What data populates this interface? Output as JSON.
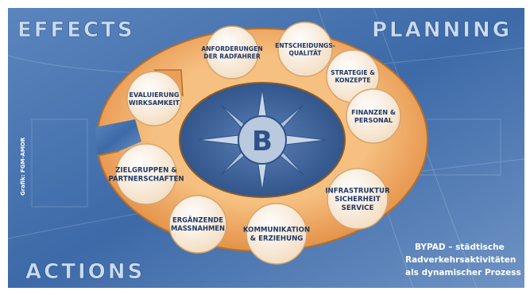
{
  "corners": {
    "top_left": "EFFECTS",
    "top_right": "PLANNING",
    "bottom_left": "ACTIONS"
  },
  "credit": "Grafik: FGM-AMOR",
  "center_logo": "B",
  "cycle": [
    {
      "label": "ANFORDERUNGEN DER RADFAHRER",
      "lines": [
        "ANFORDERUNGEN",
        "DER RADFAHRER"
      ]
    },
    {
      "label": "ENTSCHEIDUNGS-QUALITÄT",
      "lines": [
        "ENTSCHEIDUNGS-",
        "QUALITÄT"
      ]
    },
    {
      "label": "STRATEGIE & KONZEPTE",
      "lines": [
        "STRATEGIE &",
        "KONZEPTE"
      ]
    },
    {
      "label": "FINANZEN & PERSONAL",
      "lines": [
        "FINANZEN &",
        "PERSONAL"
      ]
    },
    {
      "label": "INFRASTRUKTUR SICHERHEIT SERVICE",
      "lines": [
        "INFRASTRUKTUR",
        "SICHERHEIT",
        "SERVICE"
      ]
    },
    {
      "label": "KOMMUNIKATION & ERZIEHUNG",
      "lines": [
        "KOMMUNIKATION",
        "& ERZIEHUNG"
      ]
    },
    {
      "label": "ERGÄNZENDE MASSNAHMEN",
      "lines": [
        "ERGÄNZENDE",
        "MASSNAHMEN"
      ]
    },
    {
      "label": "ZIELGRUPPEN & PARTNERSCHAFTEN",
      "lines": [
        "ZIELGRUPPEN &",
        "PARTNERSCHAFTEN"
      ]
    },
    {
      "label": "EVALUIERUNG WIRKSAMKEIT",
      "lines": [
        "EVALUIERUNG",
        "WIRKSAMKEIT"
      ]
    }
  ],
  "caption": {
    "lines": [
      "BYPAD – städtische",
      "Radverkehrsaktivitäten",
      "als dynamischer Prozess"
    ]
  },
  "colors": {
    "background": "#3d6aa8",
    "ring": "#f0a860",
    "circle": "#fbefe0",
    "corner_text": "#c9dcf0"
  }
}
